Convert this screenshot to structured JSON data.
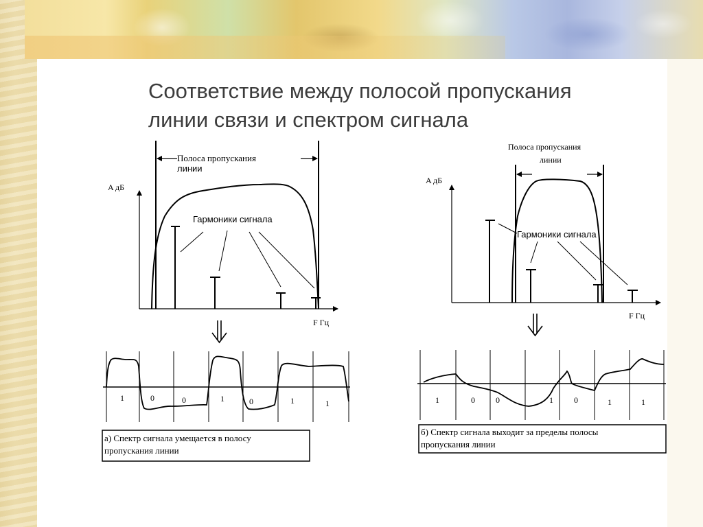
{
  "title_line1": "Соответствие между полосой пропускания",
  "title_line2": "линии связи и спектром сигнала",
  "left": {
    "band_label_1": "Полоса пропускания",
    "band_label_2": "линии",
    "y_axis": "A дБ",
    "harmonics_label": "Гармоники сигнала",
    "x_axis": "F Гц",
    "bits": [
      "1",
      "0",
      "0",
      "1",
      "0",
      "1",
      "1"
    ],
    "caption_1": "а) Спектр сигнала умещается в полосу",
    "caption_2": "пропускания линии"
  },
  "right": {
    "band_label_1": "Полоса пропускания",
    "band_label_2": "линии",
    "y_axis": "A дБ",
    "harmonics_label": "Гармоники сигнала",
    "x_axis": "F Гц",
    "bits": [
      "1",
      "0",
      "0",
      "1",
      "0",
      "1",
      "1"
    ],
    "caption_1": "б) Спектр сигнала выходит за пределы полосы",
    "caption_2": "пропускания линии"
  }
}
